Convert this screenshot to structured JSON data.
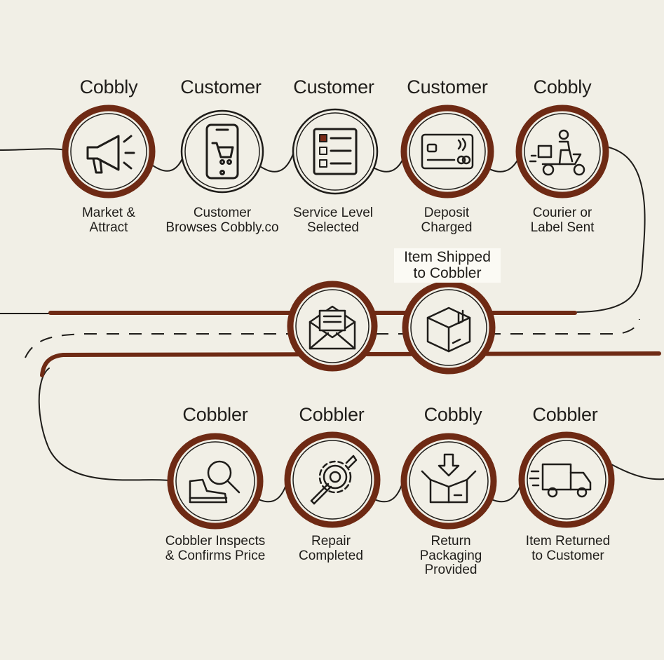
{
  "colors": {
    "background": "#f1efe6",
    "ring_accent": "#6e2a14",
    "line": "#1f1d1a",
    "text": "#1f1d1a",
    "card_highlight": "#7a2a16"
  },
  "steps": [
    {
      "actor": "Cobbly",
      "label": "Market &\nAttract",
      "icon": "megaphone-icon"
    },
    {
      "actor": "Customer",
      "label": "Customer\nBrowses Cobbly.co",
      "icon": "phone-cart-icon"
    },
    {
      "actor": "Customer",
      "label": "Service Level\nSelected",
      "icon": "checklist-icon"
    },
    {
      "actor": "Customer",
      "label": "Deposit\nCharged",
      "icon": "credit-card-icon"
    },
    {
      "actor": "Cobbly",
      "label": "Courier or\nLabel Sent",
      "icon": "courier-scooter-icon"
    },
    {
      "actor": "",
      "label": "",
      "icon": "envelope-icon"
    },
    {
      "actor": "",
      "label": "Item Shipped\nto Cobbler",
      "icon": "box-icon"
    },
    {
      "actor": "Cobbler",
      "label": "Cobbler Inspects\n& Confirms Price",
      "icon": "boot-magnifier-icon"
    },
    {
      "actor": "Cobbler",
      "label": "Repair\nCompleted",
      "icon": "gear-wrench-icon"
    },
    {
      "actor": "Cobbly",
      "label": "Return\nPackaging\nProvided",
      "icon": "open-box-arrow-icon"
    },
    {
      "actor": "Cobbler",
      "label": "Item Returned\nto Customer",
      "icon": "delivery-truck-icon"
    }
  ]
}
